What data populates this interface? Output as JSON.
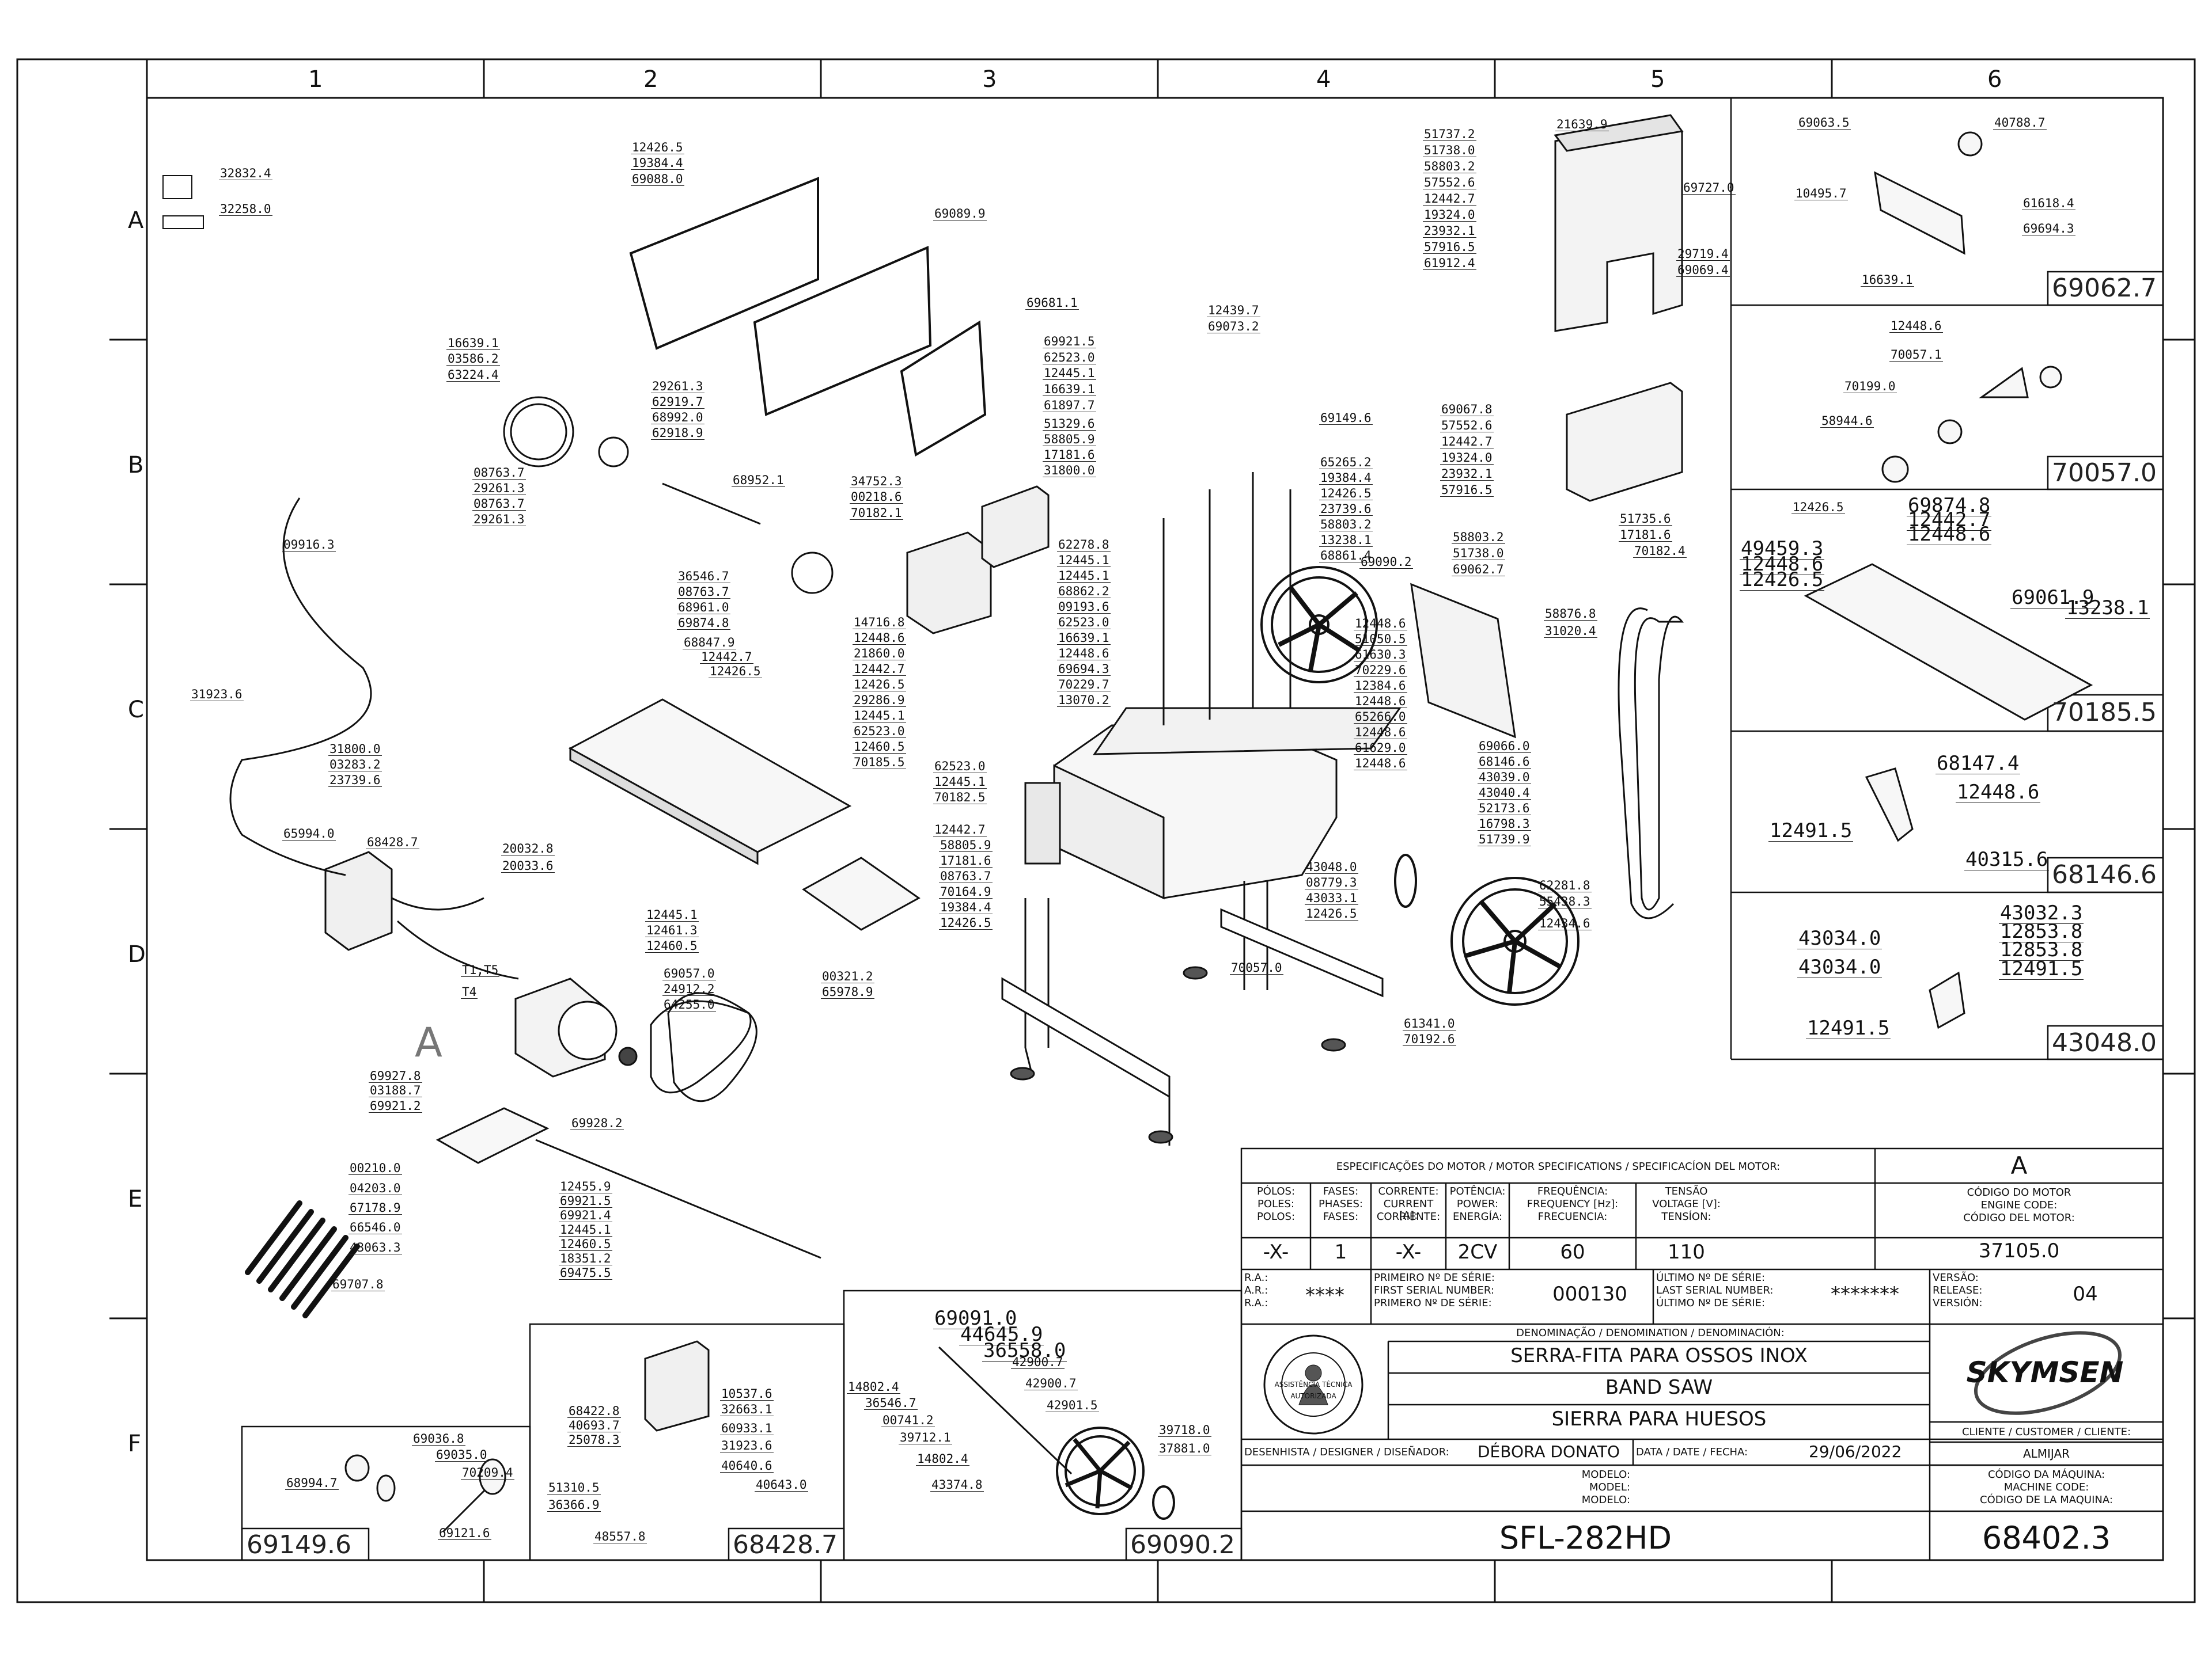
{
  "grid": {
    "columns": [
      "1",
      "2",
      "3",
      "4",
      "5",
      "6"
    ],
    "rows": [
      "A",
      "B",
      "C",
      "D",
      "E",
      "F"
    ]
  },
  "labels": [
    "32832.4",
    "32258.0",
    "12426.5",
    "19384.4",
    "69088.0",
    "69089.9",
    "69681.1",
    "16639.1",
    "03586.2",
    "63224.4",
    "29261.3",
    "62919.7",
    "68992.0",
    "62918.9",
    "08763.7",
    "29261.3",
    "08763.7",
    "29261.3",
    "68952.1",
    "09916.3",
    "36546.7",
    "08763.7",
    "68961.0",
    "69874.8",
    "68847.9",
    "12442.7",
    "12426.5",
    "31923.6",
    "31800.0",
    "03283.2",
    "23739.6",
    "65994.0",
    "68428.7",
    "20032.8",
    "20033.6",
    "12445.1",
    "12461.3",
    "12460.5",
    "69057.0",
    "24912.2",
    "64255.0",
    "69927.8",
    "03188.7",
    "69921.2",
    "69928.2",
    "00210.0",
    "04203.0",
    "67178.9",
    "66546.0",
    "43063.3",
    "69707.8",
    "12455.9",
    "69921.5",
    "69921.4",
    "12445.1",
    "12460.5",
    "18351.2",
    "69475.5",
    "69921.5",
    "62523.0",
    "12445.1",
    "16639.1",
    "61897.7",
    "51329.6",
    "58805.9",
    "17181.6",
    "31800.0",
    "34752.3",
    "00218.6",
    "70182.1",
    "14716.8",
    "12448.6",
    "21860.0",
    "12442.7",
    "12426.5",
    "29286.9",
    "12445.1",
    "62523.0",
    "12460.5",
    "70185.5",
    "62278.8",
    "12445.1",
    "12445.1",
    "68862.2",
    "09193.6",
    "62523.0",
    "16639.1",
    "12448.6",
    "69694.3",
    "70229.7",
    "13070.2",
    "62523.0",
    "12445.1",
    "70182.5",
    "12442.7",
    "58805.9",
    "17181.6",
    "08763.7",
    "70164.9",
    "19384.4",
    "12426.5",
    "00321.2",
    "65978.9",
    "69149.6",
    "65265.2",
    "19384.4",
    "12426.5",
    "23739.6",
    "58803.2",
    "13238.1",
    "68861.4",
    "69090.2",
    "12448.6",
    "51050.5",
    "61630.3",
    "70229.6",
    "12384.6",
    "12448.6",
    "65266.0",
    "12448.6",
    "61629.0",
    "12448.6",
    "51737.2",
    "51738.0",
    "58803.2",
    "57552.6",
    "12442.7",
    "19324.0",
    "23932.1",
    "57916.5",
    "61912.4",
    "21639.9",
    "69727.0",
    "29719.4",
    "69069.4",
    "12439.7",
    "69073.2",
    "69067.8",
    "57552.6",
    "12442.7",
    "19324.0",
    "23932.1",
    "57916.5",
    "51735.6",
    "17181.6",
    "70182.4",
    "58803.2",
    "51738.0",
    "69062.7",
    "58876.8",
    "31020.4",
    "69066.0",
    "68146.6",
    "43039.0",
    "43040.4",
    "52173.6",
    "16798.3",
    "51739.9",
    "43048.0",
    "08779.3",
    "43033.1",
    "12426.5",
    "62281.8",
    "55438.3",
    "12434.6",
    "70057.0",
    "61341.0",
    "70192.6",
    "69063.5",
    "40788.7",
    "10495.7",
    "61618.4",
    "69694.3",
    "16639.1",
    "12448.6",
    "70057.1",
    "70199.0",
    "58944.6",
    "12426.5",
    "69874.8",
    "12442.7",
    "12448.6",
    "49459.3",
    "12448.6",
    "12426.5",
    "69061.9",
    "13238.1",
    "68147.4",
    "12448.6",
    "12491.5",
    "40315.6",
    "43032.3",
    "12853.8",
    "43034.0",
    "12853.8",
    "43034.0",
    "12491.5",
    "12491.5",
    "69091.0",
    "44645.9",
    "36558.0",
    "14802.4",
    "42900.7",
    "36546.7",
    "42900.7",
    "00741.2",
    "42901.5",
    "39712.1",
    "14802.4",
    "43374.8",
    "39718.0",
    "37881.0",
    "68422.8",
    "40693.7",
    "25078.3",
    "51310.5",
    "36366.9",
    "10537.6",
    "32663.1",
    "60933.1",
    "31923.6",
    "40640.6",
    "40643.0",
    "48557.8",
    "69036.8",
    "69035.0",
    "68994.7",
    "70209.4",
    "69121.6",
    "T1,T5",
    "T4"
  ],
  "subviews": [
    "69062.7",
    "70057.0",
    "70185.5",
    "68146.6",
    "43048.0",
    "69149.6",
    "68428.7",
    "69090.2"
  ],
  "view_marker": "A",
  "title_block": {
    "motor_header": "ESPECIFICAÇÕES DO MOTOR / MOTOR SPECIFICATIONS / SPECIFICACÍON DEL MOTOR:",
    "motor_cols": [
      {
        "h1": "PÓLOS:",
        "h2": "POLES:",
        "h3": "POLOS:",
        "value": "-X-"
      },
      {
        "h1": "FASES:",
        "h2": "PHASES:",
        "h3": "FASES:",
        "value": "1"
      },
      {
        "h1": "CORRENTE:",
        "h2": "CURRENT [A]:",
        "h3": "CORRIENTE:",
        "value": "-X-"
      },
      {
        "h1": "POTÊNCIA:",
        "h2": "POWER:",
        "h3": "ENERGÍA:",
        "value": "2CV"
      },
      {
        "h1": "FREQUÊNCIA:",
        "h2": "FREQUENCY [Hz]:",
        "h3": "FRECUENCIA:",
        "value": "60"
      },
      {
        "h1": "TENSÃO",
        "h2": "VOLTAGE [V]:",
        "h3": "TENSÍON:",
        "value": "110"
      }
    ],
    "motor_code_letter": "A",
    "motor_code_h1": "CÓDIGO DO MOTOR",
    "motor_code_h2": "ENGINE CODE:",
    "motor_code_h3": "CÓDIGO DEL MOTOR:",
    "motor_code": "37105.0",
    "ra1": "R.A.:",
    "ra2": "A.R.:",
    "ra3": "R.A.:",
    "ra_value": "****",
    "first_serial_1": "PRIMEIRO Nº DE SÉRIE:",
    "first_serial_2": "FIRST SERIAL NUMBER:",
    "first_serial_3": "PRIMERO Nº DE SÉRIE:",
    "first_serial": "000130",
    "last_serial_1": "ÚLTIMO Nº DE SÉRIE:",
    "last_serial_2": "LAST SERIAL NUMBER:",
    "last_serial_3": "ÚLTIMO Nº DE SÉRIE:",
    "last_serial": "*******",
    "version_1": "VERSÃO:",
    "version_2": "RELEASE:",
    "version_3": "VERSIÓN:",
    "version": "04",
    "denom_header": "DENOMINAÇÃO / DENOMINATION / DENOMINACIÓN:",
    "denom_pt": "SERRA-FITA PARA OSSOS INOX",
    "denom_en": "BAND SAW",
    "denom_es": "SIERRA PARA HUESOS",
    "designer_label": "DESENHISTA / DESIGNER / DISEÑADOR:",
    "designer": "DÉBORA DONATO",
    "date_label": "DATA / DATE / FECHA:",
    "date": "29/06/2022",
    "client_label": "CLIENTE / CUSTOMER / CLIENTE:",
    "client": "ALMIJAR",
    "model_1": "MODELO:",
    "model_2": "MODEL:",
    "model_3": "MODELO:",
    "model": "SFL-282HD",
    "machine_code_1": "CÓDIGO DA MÁQUINA:",
    "machine_code_2": "MACHINE CODE:",
    "machine_code_3": "CÓDIGO DE LA MAQUINA:",
    "machine_code": "68402.3",
    "brand": "SKYMSEN",
    "stamp_text": "ASSISTÊNCIA TÉCNICA AUTORIZADA"
  },
  "colors": {
    "line": "#1a1a1a",
    "part_fill": "#f6f6f6",
    "dark": "#333333"
  }
}
